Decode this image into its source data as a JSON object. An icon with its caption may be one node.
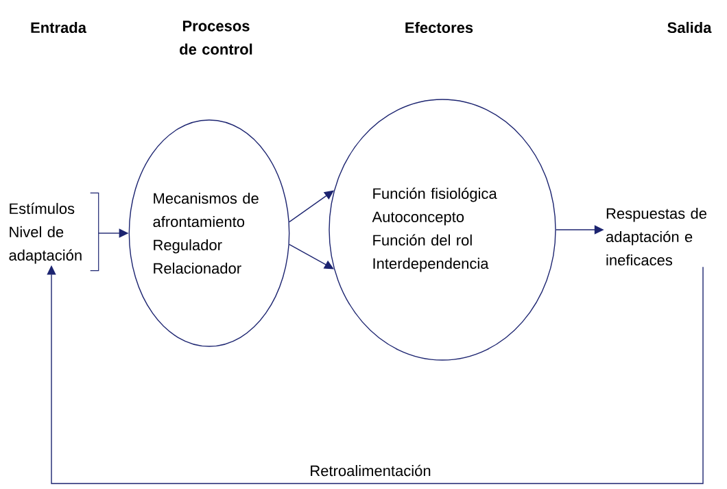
{
  "diagram": {
    "nodes": [
      {
        "text": [
          "Estímulos",
          "Nivel de adaptación"
        ]
      },
      {
        "text": [
          "Mecanismos de afrontamiento",
          "Regulador",
          "Relacionador"
        ]
      },
      {
        "text": [
          "Función fisiológica",
          "Autoconcepto",
          "Función del rol",
          "Interdependencia"
        ]
      },
      {
        "text": [
          "Respuestas de adaptación e ineficaces"
        ]
      }
    ],
    "edges": [
      {
        "from": 0,
        "to": 1,
        "arrow": "to"
      },
      {
        "from": 1,
        "to": 2,
        "arrow": "to"
      },
      {
        "from": 1,
        "to": 2,
        "arrow": "to"
      },
      {
        "from": 2,
        "to": 3,
        "arrow": "to"
      },
      {
        "from": 3,
        "to": 0,
        "arrow": "to",
        "label": "Retroalimentación"
      }
    ],
    "labels": [
      "Entrada",
      "Procesos de control",
      "Efectores",
      "Salida"
    ]
  }
}
